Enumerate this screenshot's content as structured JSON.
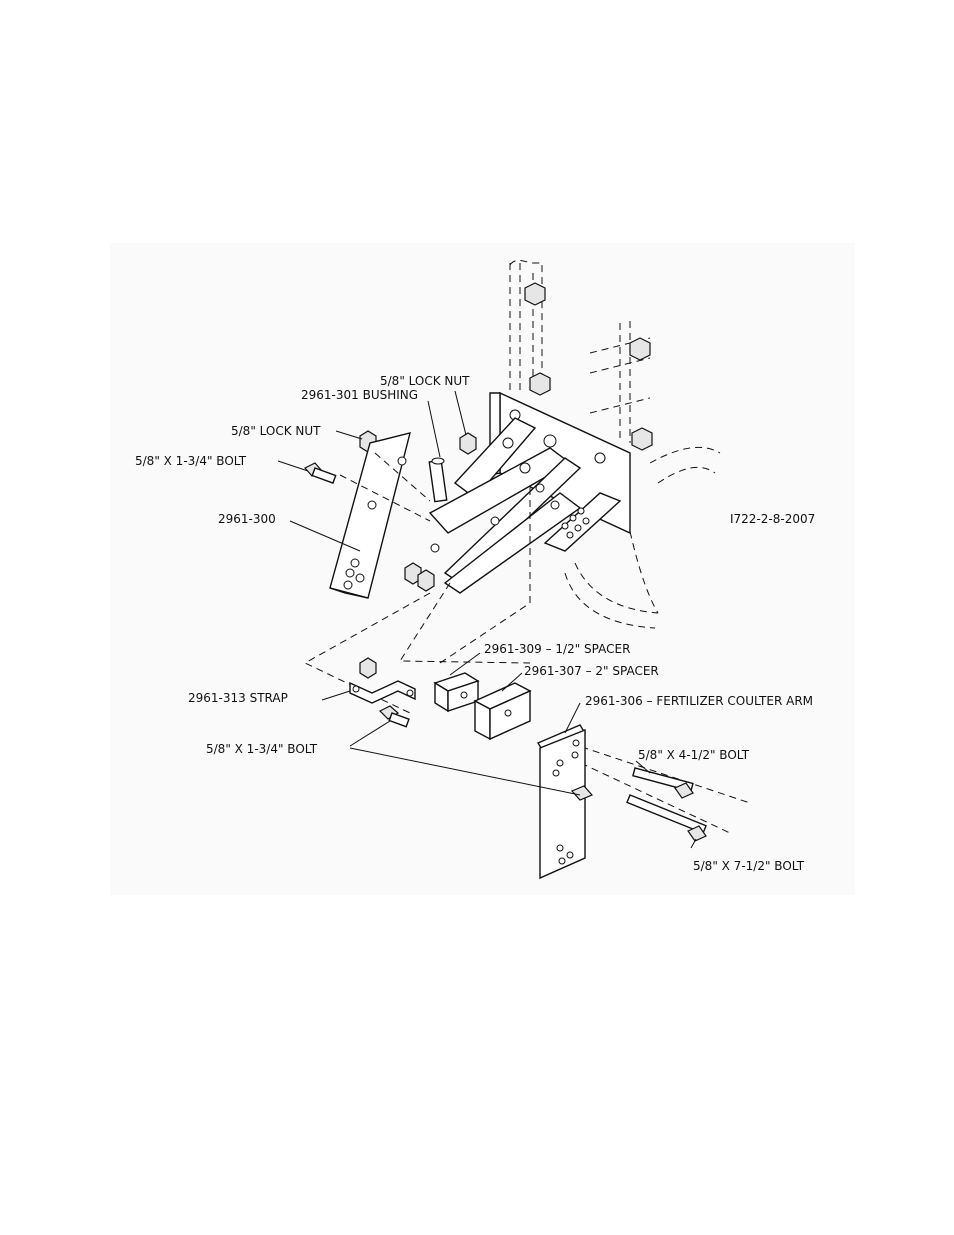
{
  "labels": {
    "lock_nut_top": "5/8\" LOCK NUT",
    "bushing": "2961-301 BUSHING",
    "lock_nut_left": "5/8\" LOCK NUT",
    "bolt_left_top": "5/8\" X 1-3/4\" BOLT",
    "plate_300": "2961-300",
    "drawing_id": "I722-2-8-2007",
    "spacer_309": "2961-309 – 1/2\" SPACER",
    "spacer_307": "2961-307 – 2\" SPACER",
    "strap_313": "2961-313 STRAP",
    "arm_306": "2961-306 – FERTILIZER COULTER ARM",
    "bolt_left_bottom": "5/8\" X 1-3/4\" BOLT",
    "bolt_4_half": "5/8\" X 4-1/2\" BOLT",
    "bolt_7_half": "5/8\" X 7-1/2\" BOLT"
  }
}
